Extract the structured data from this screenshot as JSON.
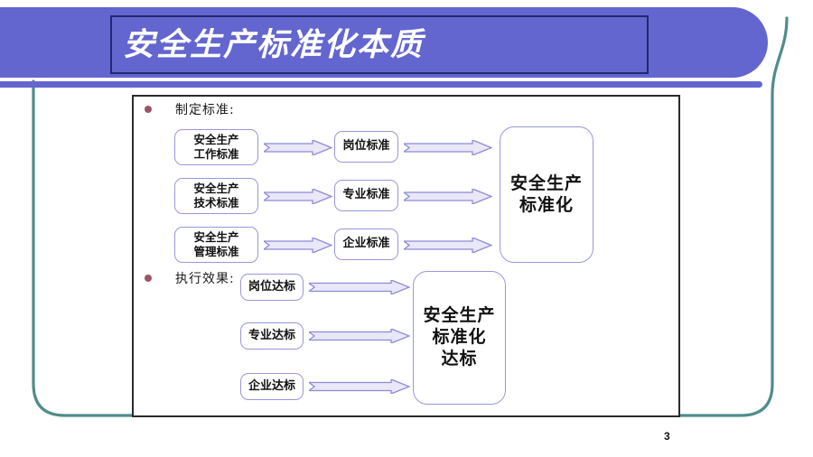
{
  "slide": {
    "page_number": "3",
    "title": "安全生产标准化本质",
    "colors": {
      "banner_purple": "#6366cf",
      "title_border_navy": "#1f2a6e",
      "teal_frame": "#4f8d8a",
      "box_purple": "#9a96de",
      "arrow_fill": "#e9e7f8",
      "arrow_stroke": "#8e8ad8",
      "bullet": "#9b5566",
      "content_border": "#2b2b2b"
    }
  },
  "content": {
    "sections": [
      {
        "bullet_label": "制定标准:",
        "rows": [
          {
            "source": "安全生产\n工作标准",
            "source_line1": "安全生产",
            "source_line2": "工作标准",
            "middle": "岗位标准"
          },
          {
            "source": "安全生产\n技术标准",
            "source_line1": "安全生产",
            "source_line2": "技术标准",
            "middle": "专业标准"
          },
          {
            "source": "安全生产\n管理标准",
            "source_line1": "安全生产",
            "source_line2": "管理标准",
            "middle": "企业标准"
          }
        ],
        "result_line1": "安全生产",
        "result_line2": "标准化"
      },
      {
        "bullet_label": "执行效果:",
        "rows": [
          {
            "source": "岗位达标"
          },
          {
            "source": "专业达标"
          },
          {
            "source": "企业达标"
          }
        ],
        "result_line1": "安全生产",
        "result_line2": "标准化",
        "result_line3": "达标"
      }
    ]
  },
  "icons": {
    "bullet": "bullet-dot-icon",
    "arrow": "block-arrow-right-icon"
  }
}
